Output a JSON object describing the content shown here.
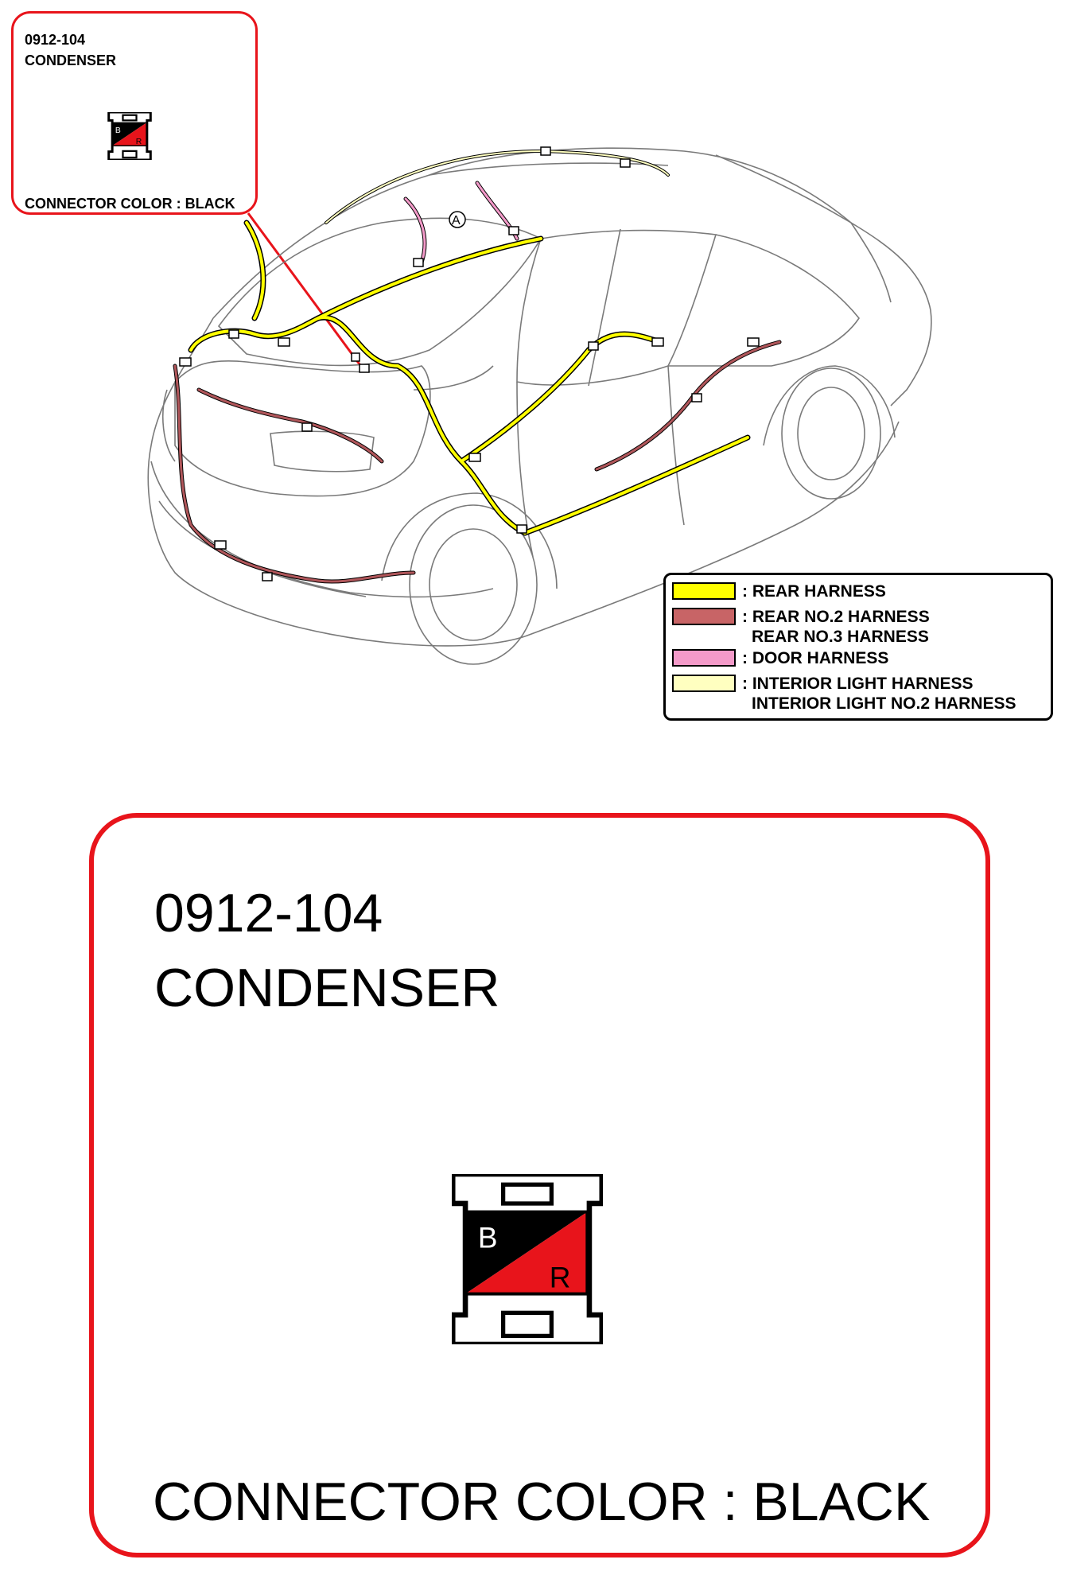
{
  "small_callout": {
    "code": "0912-104",
    "name": "CONDENSER",
    "connector_color": "CONNECTOR COLOR : BLACK"
  },
  "big_callout": {
    "code": "0912-104",
    "name": "CONDENSER",
    "connector_color": "CONNECTOR COLOR : BLACK"
  },
  "connector": {
    "pin_b": "B",
    "pin_r": "R",
    "color_b": "#000000",
    "color_r": "#e8141b"
  },
  "marker_a": "A",
  "legend": [
    {
      "color": "#ffff00",
      "lines": [
        ": REAR HARNESS"
      ]
    },
    {
      "color": "#c86466",
      "lines": [
        ": REAR NO.2 HARNESS",
        "REAR NO.3 HARNESS"
      ]
    },
    {
      "color": "#f39ac9",
      "lines": [
        ": DOOR HARNESS"
      ]
    },
    {
      "color": "#ffffc0",
      "lines": [
        ": INTERIOR LIGHT HARNESS",
        "INTERIOR LIGHT NO.2 HARNESS"
      ]
    }
  ],
  "colors": {
    "callout_border": "#e8141b",
    "harness_yellow": "#ffff00",
    "harness_maroon": "#b0565a"
  }
}
